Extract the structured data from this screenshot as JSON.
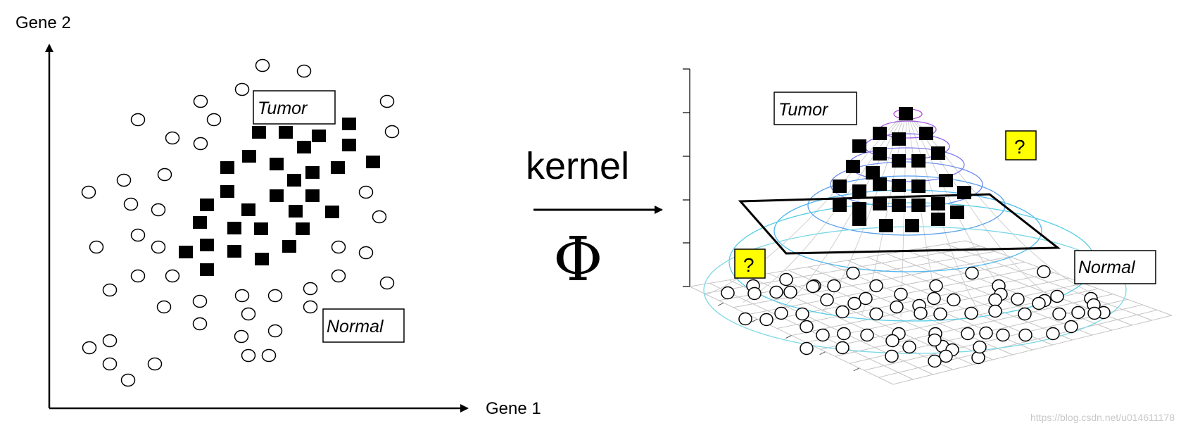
{
  "left_plot": {
    "x_axis_label": "Gene 1",
    "y_axis_label": "Gene 2",
    "tumor_label": "Tumor",
    "normal_label": "Normal"
  },
  "transform": {
    "kernel_label": "kernel",
    "phi_symbol": "Φ"
  },
  "right_plot": {
    "tumor_label": "Tumor",
    "normal_label": "Normal",
    "unknown_marker": "?",
    "unknown_color": "#ffff00"
  },
  "watermark": "https://blog.csdn.net/u014611178"
}
